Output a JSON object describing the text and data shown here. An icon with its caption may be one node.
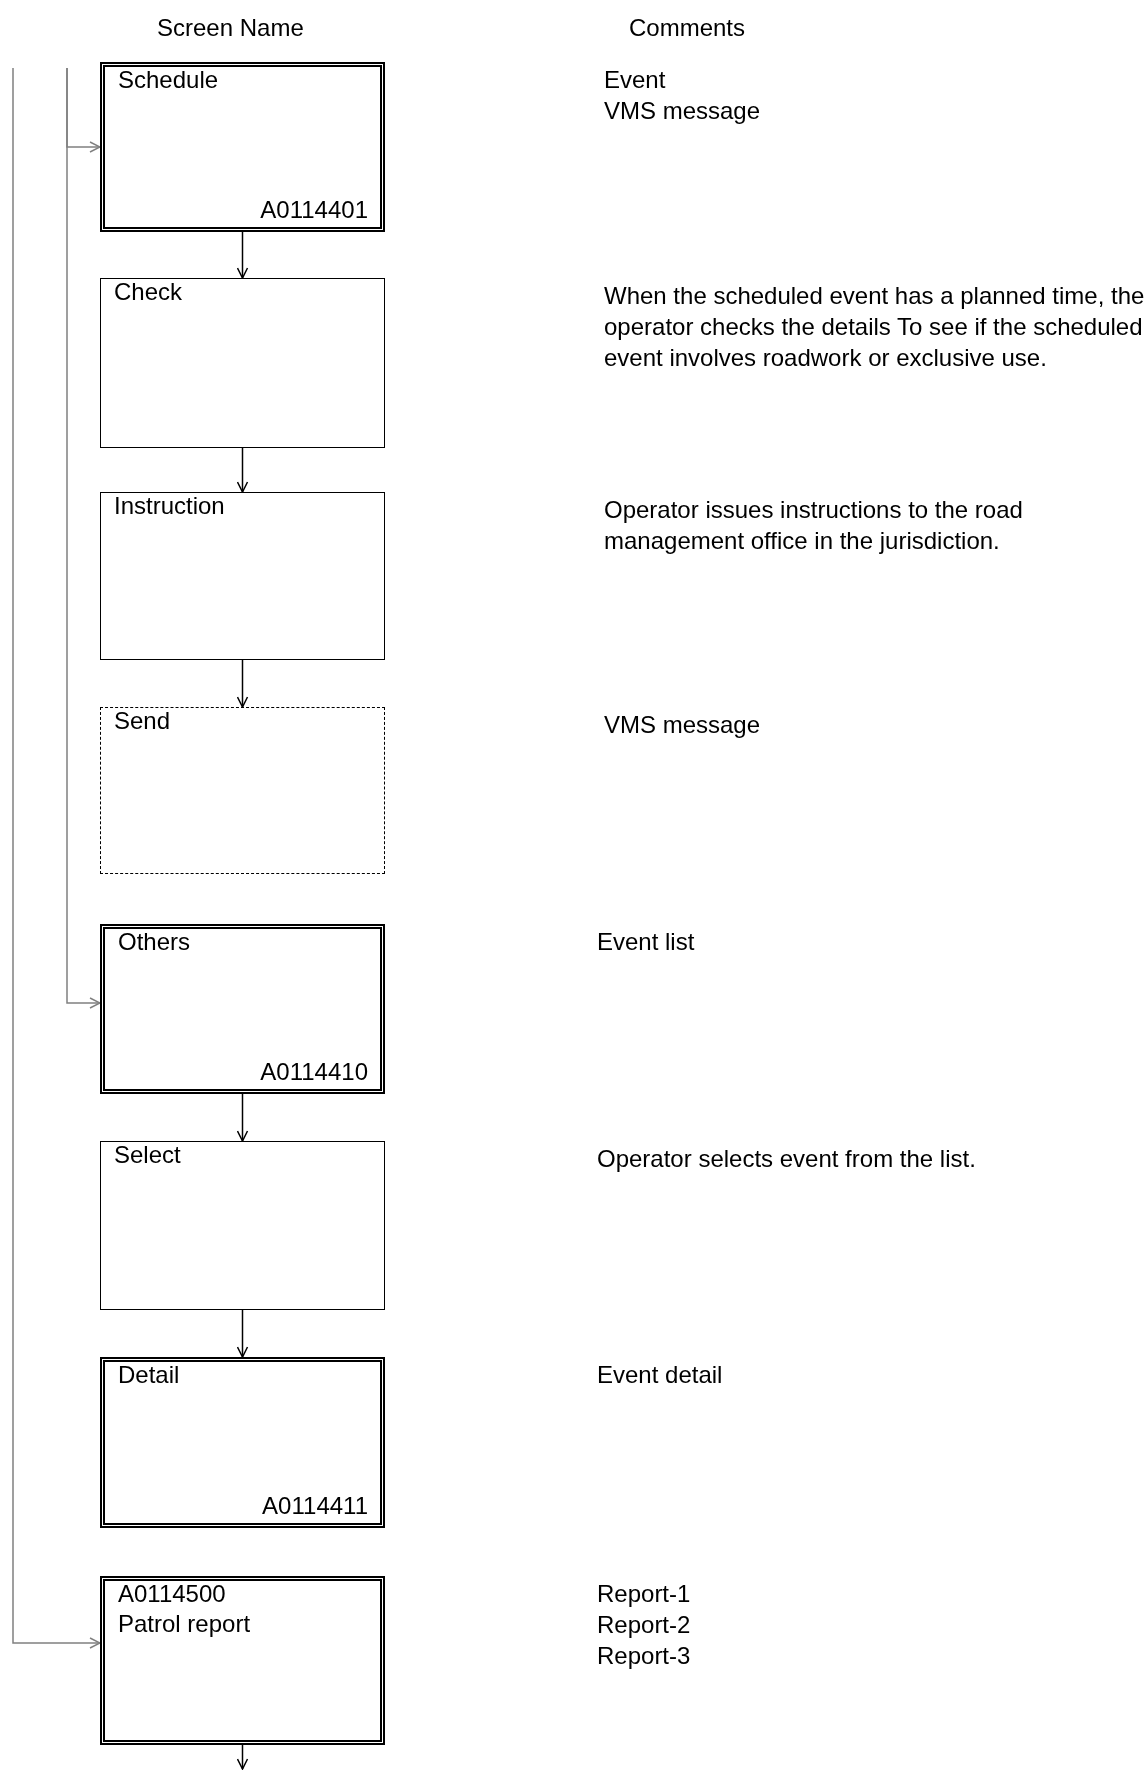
{
  "diagram": {
    "nodes": [
      {
        "text": [
          "Schedule",
          "A0114401"
        ]
      },
      {
        "text": [
          "Check"
        ]
      },
      {
        "text": [
          "Instruction"
        ]
      },
      {
        "text": [
          "Send"
        ]
      },
      {
        "text": [
          "Others",
          "A0114410"
        ]
      },
      {
        "text": [
          "Select"
        ]
      },
      {
        "text": [
          "Detail",
          "A0114411"
        ]
      },
      {
        "text": [
          "A0114500",
          "Patrol report"
        ]
      }
    ],
    "edges": [
      {
        "from": null,
        "to": 0,
        "arrow": "to",
        "color": "#808080"
      },
      {
        "from": null,
        "to": 4,
        "arrow": "to",
        "color": "#808080"
      },
      {
        "from": null,
        "to": 7,
        "arrow": "to",
        "color": "#808080"
      },
      {
        "from": 0,
        "to": 1,
        "arrow": "to"
      },
      {
        "from": 1,
        "to": 2,
        "arrow": "to"
      },
      {
        "from": 2,
        "to": 3,
        "arrow": "to"
      },
      {
        "from": 4,
        "to": 5,
        "arrow": "to"
      },
      {
        "from": 5,
        "to": 6,
        "arrow": "to"
      },
      {
        "from": 7,
        "to": null,
        "arrow": "to"
      }
    ],
    "labels": [
      "Screen Name",
      "Comments",
      "Event",
      "VMS message",
      "When the scheduled event has a planned time, the operator checks the details To see if the scheduled event involves roadwork or exclusive use.",
      "Operator issues instructions to the road management office in the jurisdiction.",
      "VMS message",
      "Event list",
      "Operator selects event from the list.",
      "Event detail",
      "Report-1",
      "Report-2",
      "Report-3"
    ]
  }
}
